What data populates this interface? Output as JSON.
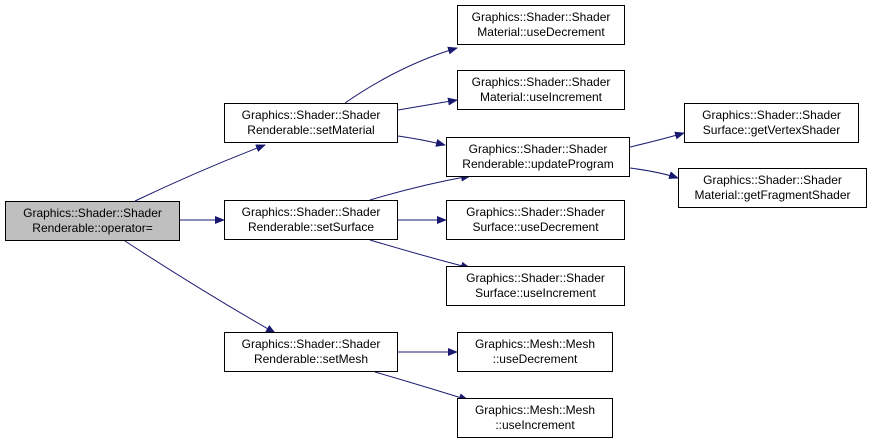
{
  "colors": {
    "edge": "#191970",
    "root_fill": "#bfbfbf",
    "node_fill": "#ffffff",
    "border": "#000000"
  },
  "nodes": {
    "root": {
      "line1": "Graphics::Shader::Shader",
      "line2": "Renderable::operator="
    },
    "setMaterial": {
      "line1": "Graphics::Shader::Shader",
      "line2": "Renderable::setMaterial"
    },
    "setSurface": {
      "line1": "Graphics::Shader::Shader",
      "line2": "Renderable::setSurface"
    },
    "setMesh": {
      "line1": "Graphics::Shader::Shader",
      "line2": "Renderable::setMesh"
    },
    "matUseDec": {
      "line1": "Graphics::Shader::Shader",
      "line2": "Material::useDecrement"
    },
    "matUseInc": {
      "line1": "Graphics::Shader::Shader",
      "line2": "Material::useIncrement"
    },
    "updateProgram": {
      "line1": "Graphics::Shader::Shader",
      "line2": "Renderable::updateProgram"
    },
    "surfUseDec": {
      "line1": "Graphics::Shader::Shader",
      "line2": "Surface::useDecrement"
    },
    "surfUseInc": {
      "line1": "Graphics::Shader::Shader",
      "line2": "Surface::useIncrement"
    },
    "meshUseDec": {
      "line1": "Graphics::Mesh::Mesh",
      "line2": "::useDecrement"
    },
    "meshUseInc": {
      "line1": "Graphics::Mesh::Mesh",
      "line2": "::useIncrement"
    },
    "getVertex": {
      "line1": "Graphics::Shader::Shader",
      "line2": "Surface::getVertexShader"
    },
    "getFragment": {
      "line1": "Graphics::Shader::Shader",
      "line2": "Material::getFragmentShader"
    }
  }
}
